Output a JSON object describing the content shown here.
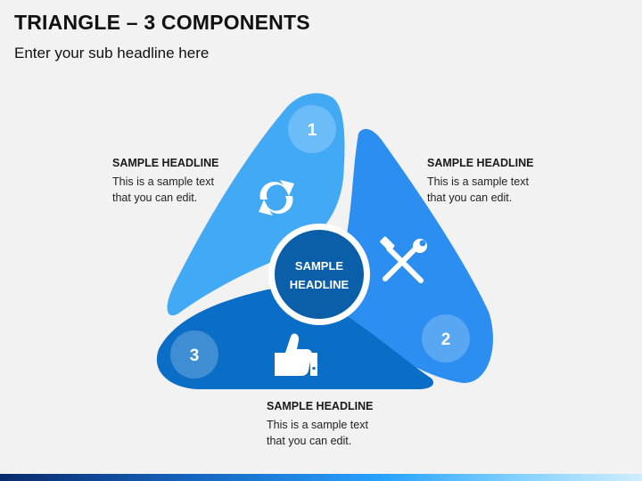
{
  "title": "TRIANGLE – 3 COMPONENTS",
  "subtitle": "Enter your sub headline here",
  "center": {
    "line1": "SAMPLE",
    "line2": "HEADLINE"
  },
  "components": [
    {
      "number": "1",
      "icon": "refresh-arrows-icon",
      "color": "#42a9f5",
      "headline": "SAMPLE HEADLINE",
      "body_line1": "This is a sample text",
      "body_line2": "that you can edit."
    },
    {
      "number": "2",
      "icon": "tools-icon",
      "color": "#2b8ef0",
      "headline": "SAMPLE HEADLINE",
      "body_line1": "This is a sample text",
      "body_line2": "that you can edit."
    },
    {
      "number": "3",
      "icon": "thumbs-up-icon",
      "color": "#0a6dc6",
      "headline": "SAMPLE HEADLINE",
      "body_line1": "This is a sample text",
      "body_line2": "that you can edit."
    }
  ],
  "colors": {
    "center_fill": "#0b5ea8",
    "background": "#f2f2f2"
  }
}
